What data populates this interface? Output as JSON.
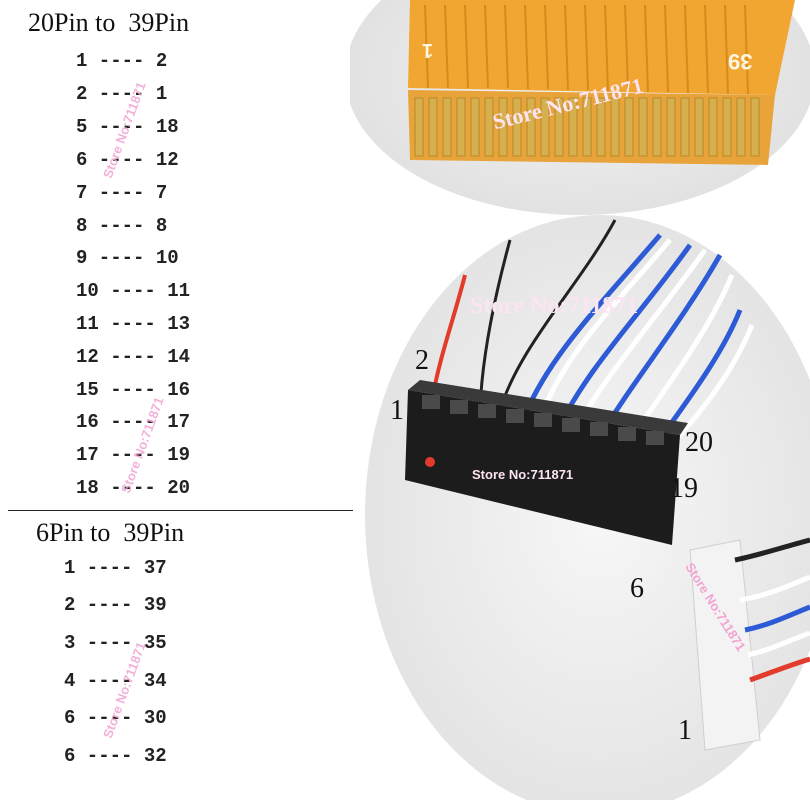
{
  "section1": {
    "title": "20Pin to  39Pin",
    "rows": [
      "1 ---- 2",
      "2 ---- 1",
      "5 ---- 18",
      "6 ---- 12",
      "7 ---- 7",
      "8 ---- 8",
      "9 ---- 10",
      "10 ---- 11",
      "11 ---- 13",
      "12 ---- 14",
      "15 ---- 16",
      "16 ---- 17",
      "17 ---- 19",
      "18 ---- 20"
    ]
  },
  "section2": {
    "title": "6Pin to  39Pin",
    "rows": [
      "1 ---- 37",
      "2 ---- 39",
      "3 ---- 35",
      "4 ---- 34",
      "6 ---- 30",
      "6 ---- 32"
    ]
  },
  "watermark": "Store No:711871",
  "fpc": {
    "pin_first": "1",
    "pin_last": "39"
  },
  "connector20": {
    "labels": [
      "2",
      "1",
      "20",
      "19"
    ]
  },
  "connector6": {
    "labels": [
      "6",
      "1"
    ]
  },
  "colors": {
    "fpc": "#f2a93b",
    "gold": "#d9a545",
    "connector": "#1c1c1c",
    "wire_blue": "#2d5bd6",
    "wire_red": "#e23b2b",
    "watermark": "#f2a3d3"
  }
}
